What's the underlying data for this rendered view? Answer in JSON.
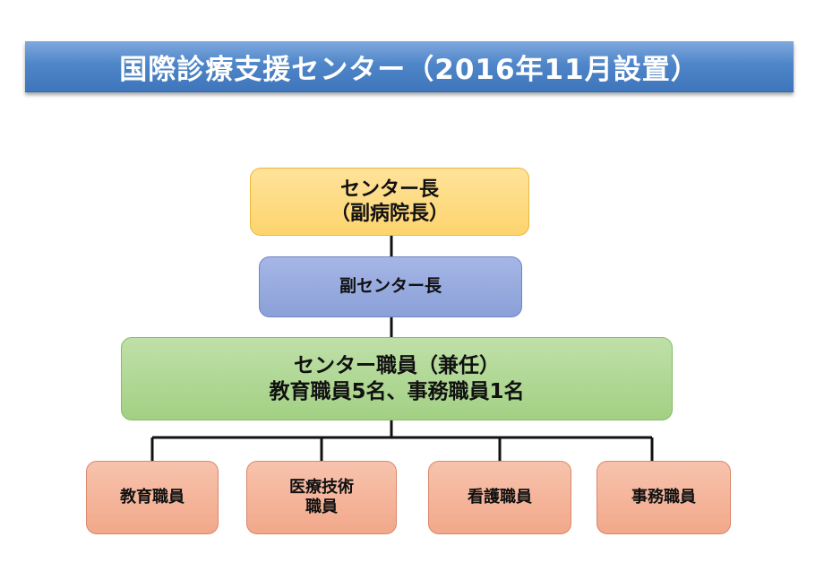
{
  "title": "国際診療支援センター（2016年11月設置）",
  "org": {
    "head": {
      "lines": [
        "センター長",
        "（副病院長）"
      ]
    },
    "deputy": {
      "label": "副センター長"
    },
    "staff": {
      "lines": [
        "センター職員（兼任）",
        "教育職員5名、事務職員1名"
      ]
    },
    "units": [
      {
        "lines": [
          "教育職員"
        ]
      },
      {
        "lines": [
          "医療技術",
          "職員"
        ]
      },
      {
        "lines": [
          "看護職員"
        ]
      },
      {
        "lines": [
          "事務職員"
        ]
      }
    ]
  },
  "colors": {
    "title_bg": "#4f86c9",
    "head_bg": "#fdd46e",
    "deputy_bg": "#8aa0d8",
    "staff_bg": "#a3d084",
    "unit_bg": "#f2a88a",
    "connector": "#111111"
  }
}
